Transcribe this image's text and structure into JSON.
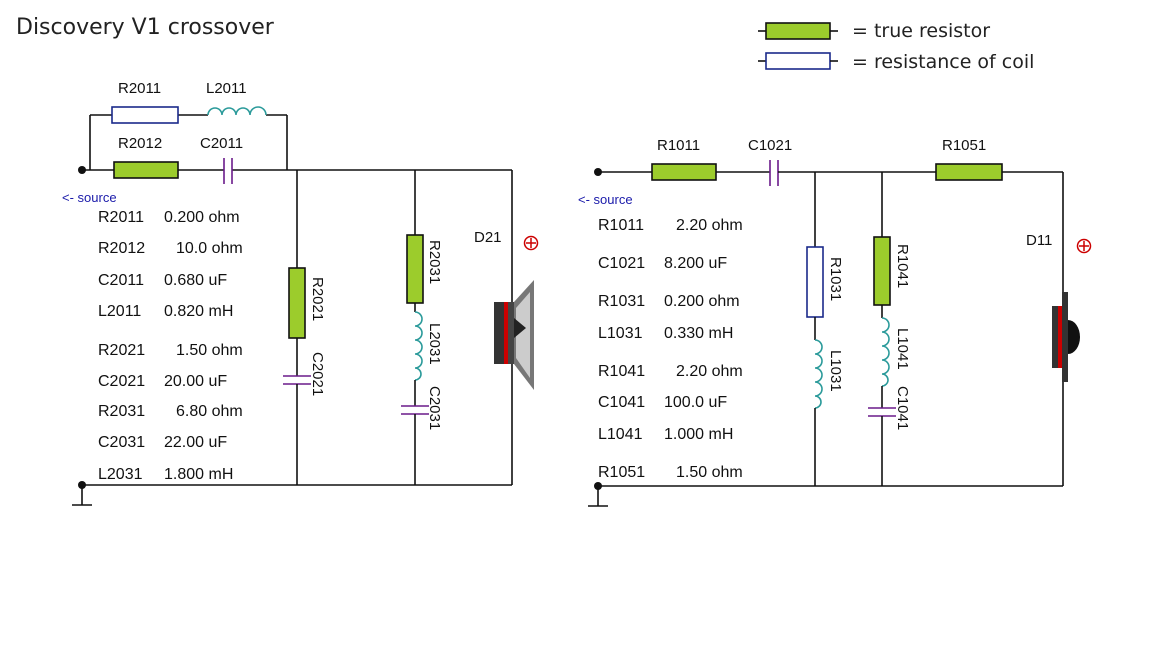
{
  "title": "Discovery V1 crossover",
  "legend": {
    "true_resistor": "= true resistor",
    "coil_resistance": "= resistance of coil"
  },
  "colors": {
    "true_resistor": "#9ccc2c",
    "coil_outline": "#1a2a8a",
    "capacitor": "#6a1a8a",
    "inductor": "#2a9a9a",
    "source_text": "#1a1aaa",
    "polarity": "#cc0000"
  },
  "left": {
    "source_label": "<- source",
    "labels": {
      "R2011": "R2011",
      "L2011": "L2011",
      "R2012": "R2012",
      "C2011": "C2011",
      "R2021": "R2021",
      "C2021": "C2021",
      "R2031": "R2031",
      "L2031": "L2031",
      "C2031": "C2031",
      "D21": "D21"
    },
    "values": [
      {
        "name": "R2011",
        "value": "0.200 ohm"
      },
      {
        "name": "R2012",
        "value": "10.0 ohm"
      },
      {
        "name": "C2011",
        "value": "0.680 uF"
      },
      {
        "name": "L2011",
        "value": "0.820 mH"
      },
      {
        "name": "R2021",
        "value": "1.50 ohm"
      },
      {
        "name": "C2021",
        "value": "20.00 uF"
      },
      {
        "name": "R2031",
        "value": "6.80 ohm"
      },
      {
        "name": "C2031",
        "value": "22.00 uF"
      },
      {
        "name": "L2031",
        "value": "1.800 mH"
      }
    ]
  },
  "right": {
    "source_label": "<- source",
    "labels": {
      "R1011": "R1011",
      "C1021": "C1021",
      "R1051": "R1051",
      "R1031": "R1031",
      "L1031": "L1031",
      "R1041": "R1041",
      "L1041": "L1041",
      "C1041": "C1041",
      "D11": "D11"
    },
    "values": [
      {
        "name": "R1011",
        "value": "2.20 ohm"
      },
      {
        "name": "C1021",
        "value": "8.200 uF"
      },
      {
        "name": "R1031",
        "value": "0.200 ohm"
      },
      {
        "name": "L1031",
        "value": "0.330 mH"
      },
      {
        "name": "R1041",
        "value": "2.20 ohm"
      },
      {
        "name": "C1041",
        "value": "100.0 uF"
      },
      {
        "name": "L1041",
        "value": "1.000 mH"
      },
      {
        "name": "R1051",
        "value": "1.50 ohm"
      }
    ]
  }
}
